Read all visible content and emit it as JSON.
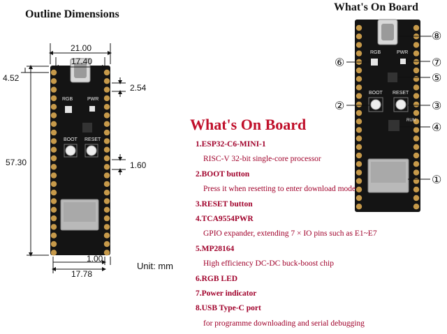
{
  "left": {
    "title": "Outline Dimensions",
    "dims": {
      "width_total": "21.00",
      "usb_width": "17.40",
      "top_offset": "4.52",
      "pin_pitch": "2.54",
      "length": "57.30",
      "thickness": "1.60",
      "bottom_gap": "1.00",
      "pin_span": "17.78"
    },
    "unit": "Unit: mm"
  },
  "right": {
    "title": "What's On Board",
    "callouts": [
      "①",
      "②",
      "③",
      "④",
      "⑤",
      "⑥",
      "⑦",
      "⑧"
    ]
  },
  "board_labels": {
    "rgb": "RGB",
    "pwr": "PWR",
    "boot": "BOOT",
    "reset": "RESET",
    "run": "RUN"
  },
  "list": {
    "title": "What's On Board",
    "items": [
      {
        "head": "1.ESP32-C6-MINI-1",
        "desc": "RISC-V 32-bit single-core processor"
      },
      {
        "head": "2.BOOT button",
        "desc": "Press it when resetting to enter download mode"
      },
      {
        "head": "3.RESET button",
        "desc": ""
      },
      {
        "head": "4.TCA9554PWR",
        "desc": "GPIO expander, extending 7 × IO pins such as E1~E7"
      },
      {
        "head": "5.MP28164",
        "desc": "High efficiency DC-DC buck-boost chip"
      },
      {
        "head": "6.RGB LED",
        "desc": ""
      },
      {
        "head": "7.Power indicator",
        "desc": ""
      },
      {
        "head": "8.USB Type-C port",
        "desc": "for programme downloading and serial debugging"
      }
    ]
  },
  "colors": {
    "pcb": "#141414",
    "pad": "#c79a4a",
    "accent_red": "#c0102b"
  }
}
